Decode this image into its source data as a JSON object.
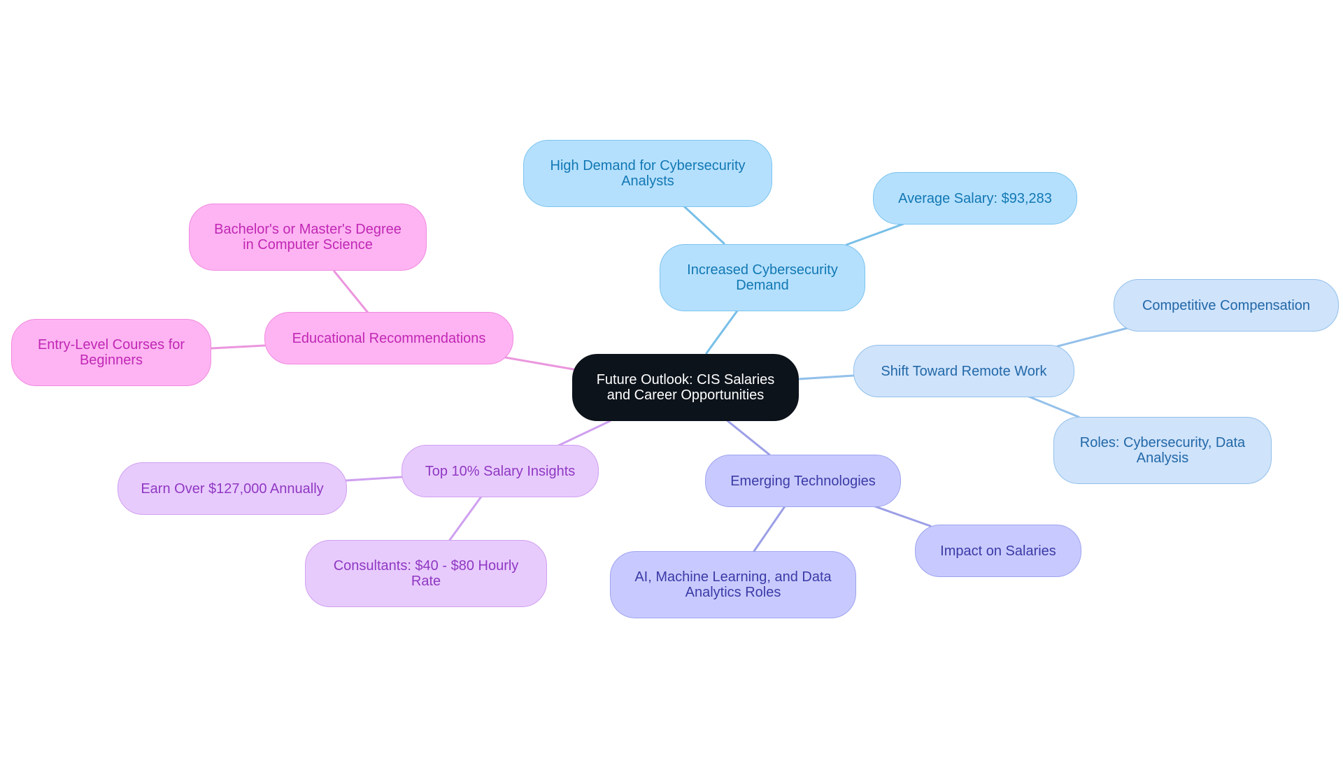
{
  "root": {
    "label": "Future Outlook: CIS Salaries and Career Opportunities"
  },
  "colors": {
    "root": "#0d131b",
    "blue_edge": "#78bfe8",
    "lightblue_edge": "#93c0ea",
    "indigo_edge": "#9c9fe6",
    "lavender_edge": "#cfa0f0",
    "pink_edge": "#eb96de"
  },
  "branches": {
    "cybersecurity": {
      "label": "Increased Cybersecurity Demand",
      "children": [
        {
          "label": "High Demand for Cybersecurity Analysts"
        },
        {
          "label": "Average Salary: $93,283"
        }
      ]
    },
    "remote": {
      "label": "Shift Toward Remote Work",
      "children": [
        {
          "label": "Competitive Compensation"
        },
        {
          "label": "Roles: Cybersecurity, Data Analysis"
        }
      ]
    },
    "emerging": {
      "label": "Emerging Technologies",
      "children": [
        {
          "label": "Impact on Salaries"
        },
        {
          "label": "AI, Machine Learning, and Data Analytics Roles"
        }
      ]
    },
    "top10": {
      "label": "Top 10% Salary Insights",
      "children": [
        {
          "label": "Earn Over $127,000 Annually"
        },
        {
          "label": "Consultants: $40 - $80 Hourly Rate"
        }
      ]
    },
    "education": {
      "label": "Educational Recommendations",
      "children": [
        {
          "label": "Bachelor's or Master's Degree in Computer Science"
        },
        {
          "label": "Entry-Level Courses for Beginners"
        }
      ]
    }
  }
}
